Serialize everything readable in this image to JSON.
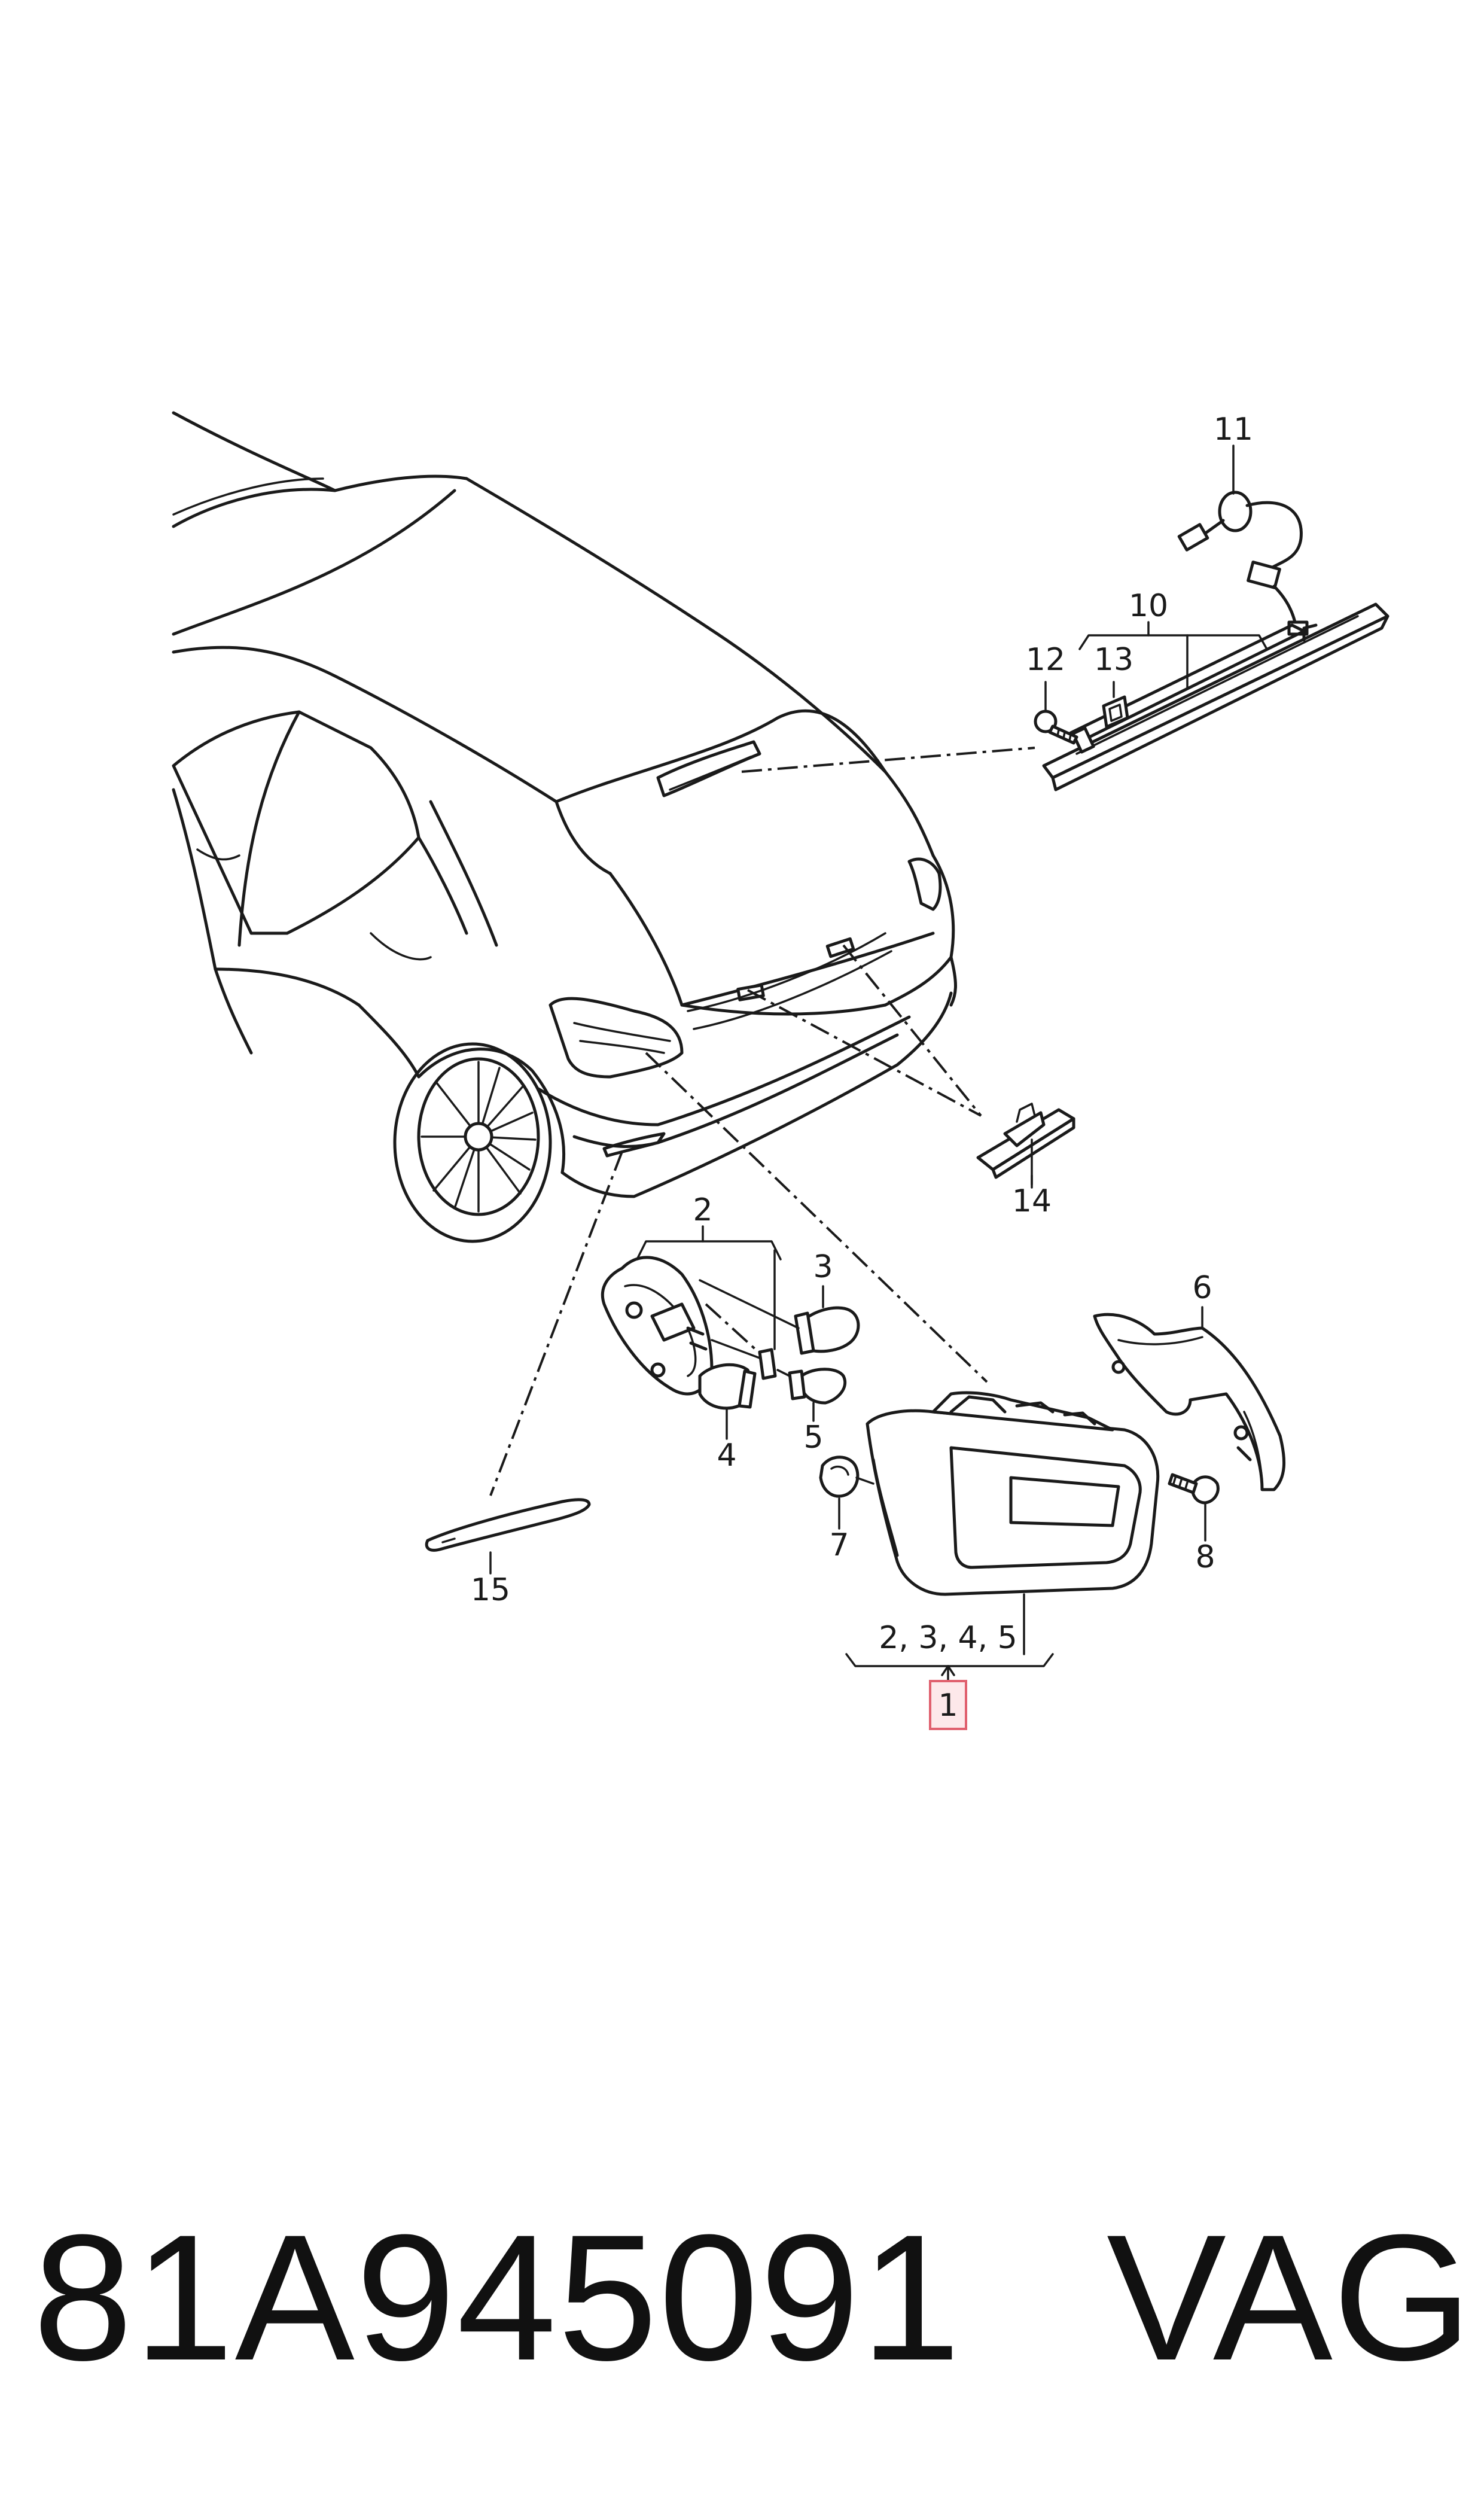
{
  "callouts": {
    "c1": "1",
    "c2": "2",
    "c3": "3",
    "c4": "4",
    "c5": "5",
    "c6": "6",
    "c7": "7",
    "c8": "8",
    "c10": "10",
    "c11": "11",
    "c12": "12",
    "c13": "13",
    "c14": "14",
    "c15": "15",
    "kit": "2, 3, 4, 5"
  },
  "highlight_color": "#e0606e",
  "footer": {
    "part_number": "81A945091",
    "brand": "VAG"
  }
}
